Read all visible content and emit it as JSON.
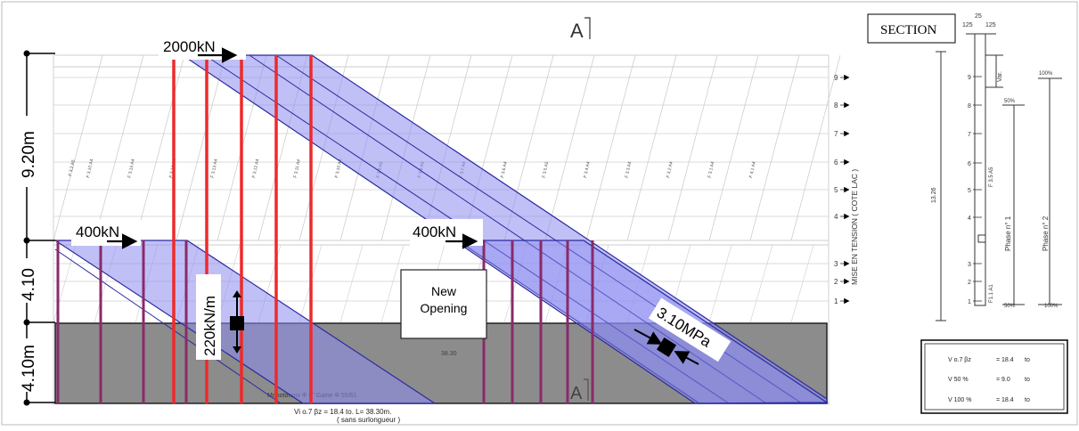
{
  "diagram": {
    "section_ref": "A",
    "section_ref_bottom": "A",
    "elevation": {
      "top_height": "9.20m",
      "mid_height": "4.10",
      "bottom_height": "4.10m"
    },
    "loads": {
      "top_force": "2000kN",
      "left_force": "400kN",
      "right_force": "400kN",
      "line_load": "220kN/m",
      "stress": "3.10MPa"
    },
    "opening_label": "New Opening",
    "tension_label": "MISE EN TENSION ( COTE LAC )",
    "stage_numbers": [
      "9",
      "8",
      "7",
      "6",
      "5",
      "4",
      "3",
      "2",
      "1"
    ],
    "dimension_label": "38.30",
    "footer_line1": "Vi o.7 βz = 18.4 to. L= 38.30m.",
    "footer_line2": "( sans surlongueur )",
    "tendon_note": "Monotorons Φ 6\"  Gaine Φ 55/61",
    "cable_tags": [
      "F 3.2 A5",
      "F 3.10 A4",
      "F 3.15 A4",
      "F 3.14 A4",
      "F 3.13 A4",
      "F 3.12 A4",
      "F 3.11 A4",
      "F 3.10 A4",
      "F 3.9 A5",
      "F 3.8 A5",
      "F 3.7 A4",
      "F 3.6 A4",
      "F 3.5 A5",
      "F 3.4 A4",
      "F 3.3 A4",
      "F 3.2 A4",
      "F 3.1 A4",
      "F 4.1 A4"
    ]
  },
  "section": {
    "title": "SECTION",
    "dims": [
      "25",
      "125",
      "125"
    ],
    "var_label": "Var.",
    "height_label": "13.26",
    "levels": [
      "9",
      "8",
      "7",
      "6",
      "5",
      "4",
      "3",
      "2",
      "1"
    ],
    "cable_label": "F 3.5 A5",
    "cable_label_low": "F1.1 A1",
    "phase1": "Phase n° 1",
    "phase2": "Phase n° 2",
    "pct_50": "50%",
    "pct_100": "100%",
    "pct_50b": "50%",
    "pct_100b": "100%"
  },
  "table": {
    "rows": [
      {
        "label": "V  o.7 βz",
        "value": "= 18.4",
        "unit": "to"
      },
      {
        "label": "V  50 %",
        "value": "= 9.0",
        "unit": "to"
      },
      {
        "label": "V 100 %",
        "value": "= 18.4",
        "unit": "to"
      }
    ]
  },
  "colors": {
    "band_fill": "#8c8cf0",
    "band_stroke": "#2a2aa0",
    "red_tendon": "#ee2a2a",
    "purple_tendon": "#8a2a6a",
    "opening_gray": "#8c8c8c"
  }
}
